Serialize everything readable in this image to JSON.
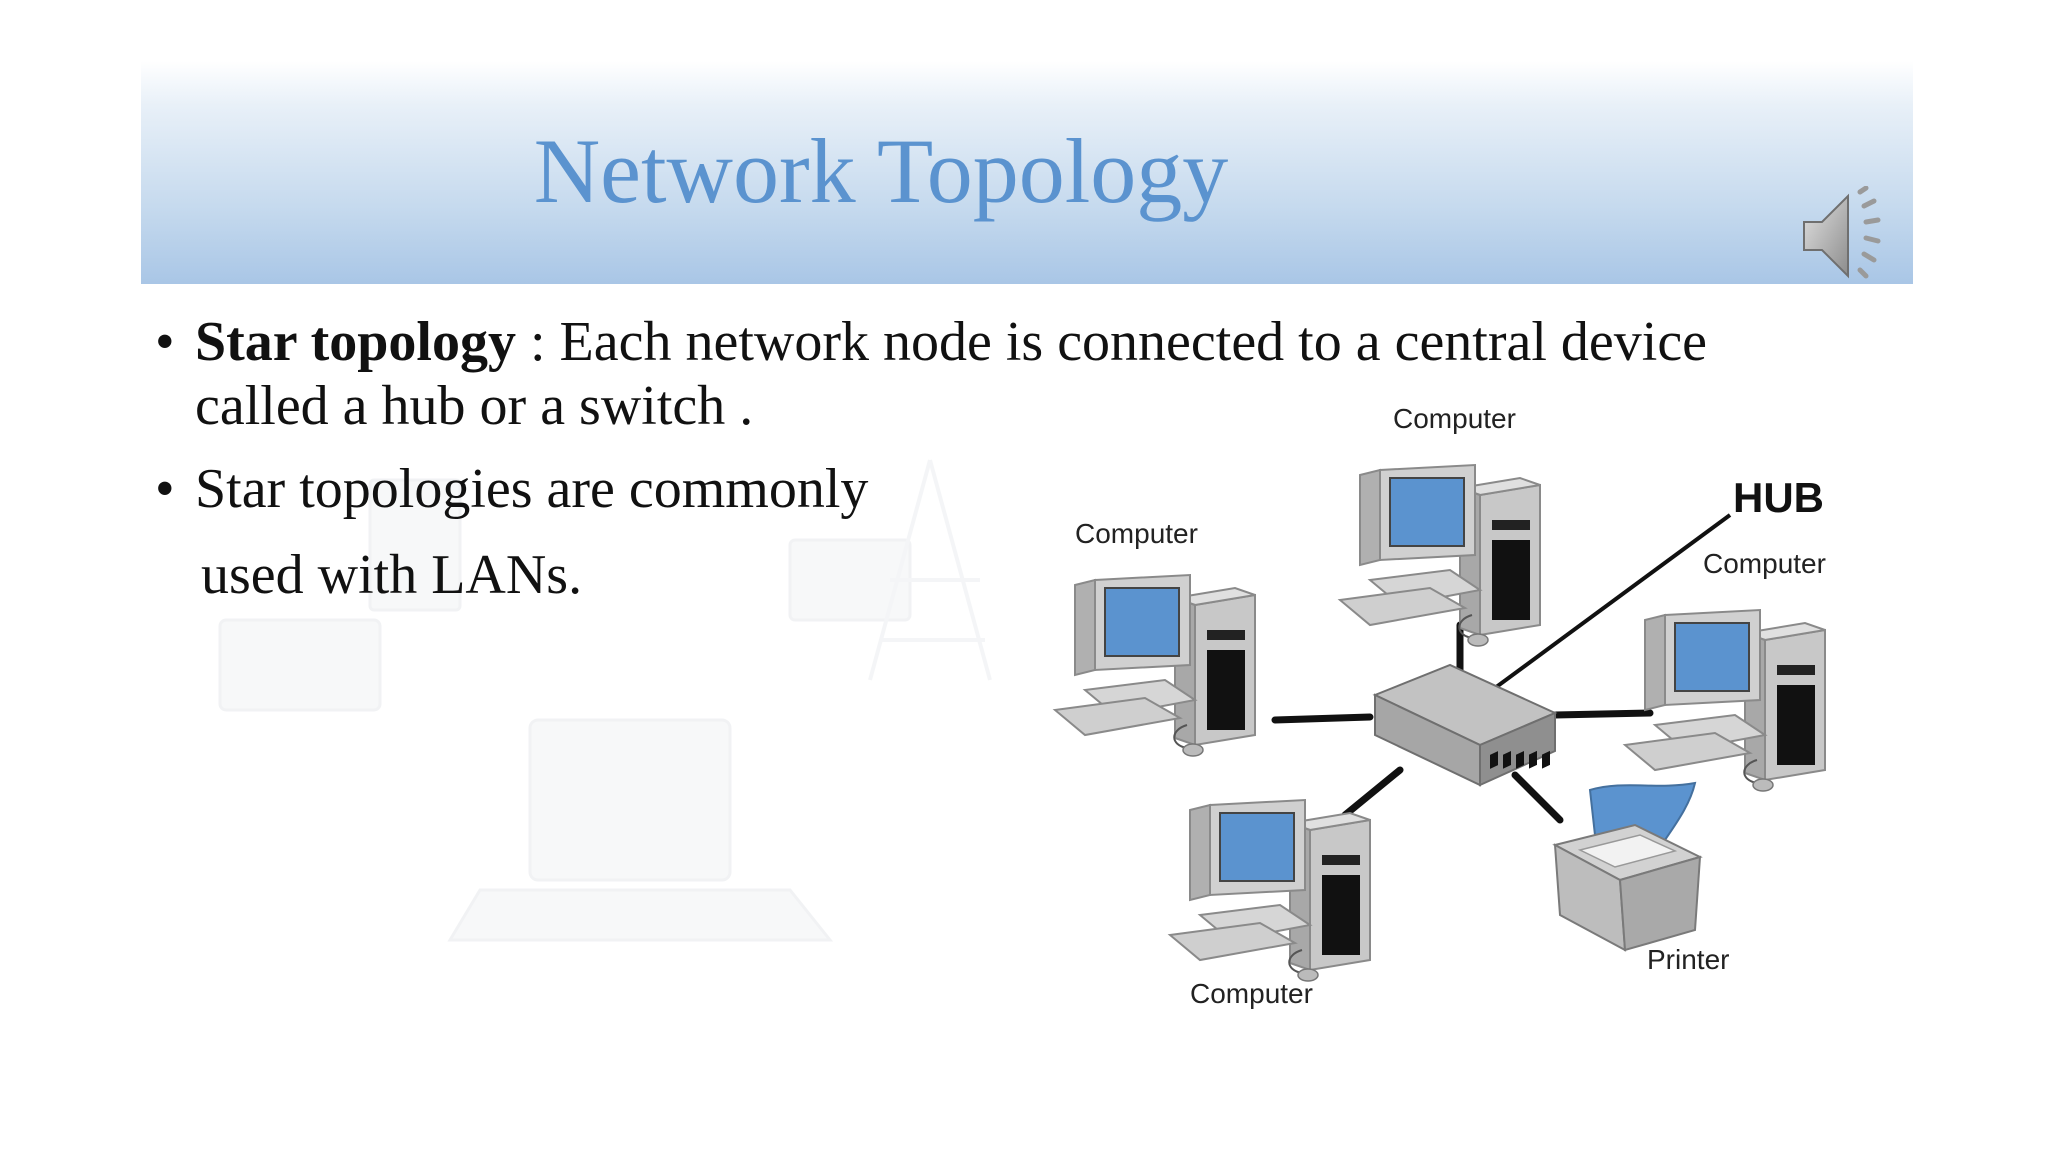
{
  "slide": {
    "title": "Network Topology"
  },
  "bullets": {
    "first_term": "Star topology",
    "first_rest_line1": " : Each network node is connected to a central device",
    "first_line2": "called a hub or a switch .",
    "second_line1": "Star topologies are commonly",
    "second_line2": "used with LANs."
  },
  "diagram": {
    "hub_label": "HUB",
    "computer_top_label": "Computer",
    "computer_left_label": "Computer",
    "computer_right_label": "Computer",
    "computer_bottom_label": "Computer",
    "printer_label": "Printer"
  },
  "icons": {
    "speaker": "speaker-icon"
  },
  "colors": {
    "title": "#5b93cf",
    "screen": "#5b93cf",
    "body_text": "#111111"
  }
}
